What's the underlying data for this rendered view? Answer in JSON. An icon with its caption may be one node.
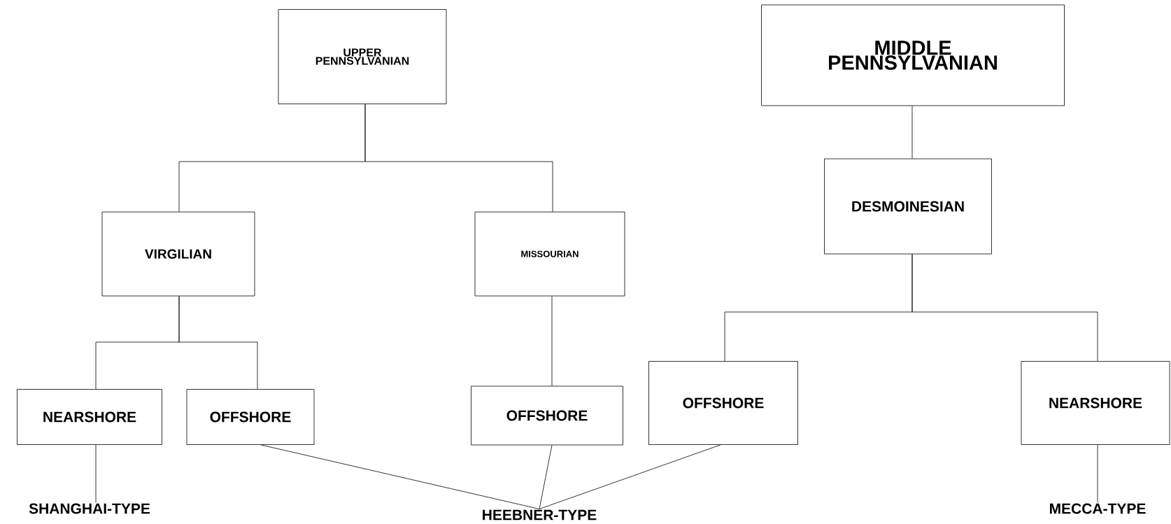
{
  "diagram": {
    "nodes": [
      {
        "text": [
          "UPPER PENNSYLVANIAN"
        ]
      },
      {
        "text": [
          "MIDDLE PENNSYLVANIAN"
        ]
      },
      {
        "text": [
          "VIRGILIAN"
        ]
      },
      {
        "text": [
          "MISSOURIAN"
        ]
      },
      {
        "text": [
          "DESMOINESIAN"
        ]
      },
      {
        "text": [
          "NEARSHORE"
        ]
      },
      {
        "text": [
          "OFFSHORE"
        ]
      },
      {
        "text": [
          "OFFSHORE"
        ]
      },
      {
        "text": [
          "OFFSHORE"
        ]
      },
      {
        "text": [
          "NEARSHORE"
        ]
      },
      {
        "text": [
          "SHANGHAI-TYPE"
        ]
      },
      {
        "text": [
          "HEEBNER-TYPE"
        ]
      },
      {
        "text": [
          "MECCA-TYPE"
        ]
      }
    ],
    "edges": [
      {
        "from": 0,
        "to": 2,
        "arrow": "none"
      },
      {
        "from": 0,
        "to": 3,
        "arrow": "none"
      },
      {
        "from": 1,
        "to": 4,
        "arrow": "none"
      },
      {
        "from": 2,
        "to": 5,
        "arrow": "none"
      },
      {
        "from": 2,
        "to": 6,
        "arrow": "none"
      },
      {
        "from": 3,
        "to": 7,
        "arrow": "none"
      },
      {
        "from": 4,
        "to": 8,
        "arrow": "none"
      },
      {
        "from": 4,
        "to": 9,
        "arrow": "none"
      },
      {
        "from": 5,
        "to": 10,
        "arrow": "none"
      },
      {
        "from": 6,
        "to": 11,
        "arrow": "none"
      },
      {
        "from": 7,
        "to": 11,
        "arrow": "none"
      },
      {
        "from": 8,
        "to": 11,
        "arrow": "none"
      },
      {
        "from": 9,
        "to": 12,
        "arrow": "none"
      }
    ]
  }
}
